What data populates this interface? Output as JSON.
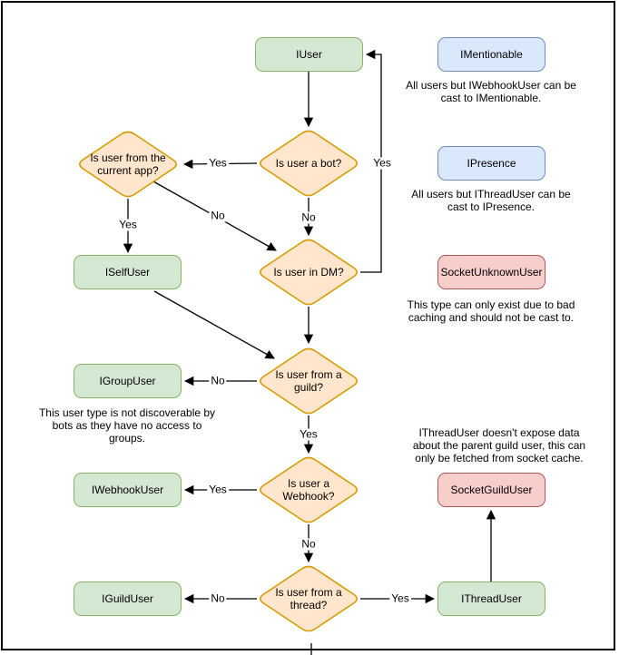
{
  "diagram": {
    "nodes": {
      "iuser": "IUser",
      "imentionable": "IMentionable",
      "ipresence": "IPresence",
      "socket_unknown_user": "SocketUnknownUser",
      "iself_user": "ISelfUser",
      "igroup_user": "IGroupUser",
      "iwebhook_user": "IWebhookUser",
      "iguild_user": "IGuildUser",
      "ithread_user": "IThreadUser",
      "socket_guild_user": "SocketGuildUser"
    },
    "decisions": {
      "current_app": [
        "Is user from the",
        "current app?"
      ],
      "bot": [
        "Is user a bot?"
      ],
      "dm": [
        "Is user in DM?"
      ],
      "guild": [
        "Is user from a",
        "guild?"
      ],
      "webhook": [
        "Is user a",
        "Webhook?"
      ],
      "thread": [
        "Is user from a",
        "thread?"
      ]
    },
    "edge_labels": {
      "bot_yes": "Yes",
      "bot_no": "No",
      "current_app_yes": "Yes",
      "current_app_no": "No",
      "dm_yes": "Yes",
      "guild_no": "No",
      "guild_yes": "Yes",
      "webhook_yes": "Yes",
      "webhook_no": "No",
      "thread_no": "No",
      "thread_yes": "Yes"
    },
    "notes": {
      "imentionable": [
        "All users but IWebhookUser can be",
        "cast to IMentionable."
      ],
      "ipresence": [
        "All users but IThreadUser can be",
        "cast to IPresence."
      ],
      "socket_unknown_user": [
        "This type can only exist due to bad",
        "caching and should not be cast to."
      ],
      "igroup_user": [
        "This user type is not discoverable by",
        "bots as they have no access to",
        "groups."
      ],
      "socket_guild_user": [
        "IThreadUser doesn't expose data",
        "about the parent guild user, this can",
        "only be fetched from socket cache."
      ]
    },
    "colors": {
      "interface_fill": "#d5e8d4",
      "interface_stroke": "#82b366",
      "castable_fill": "#dae8fc",
      "castable_stroke": "#6c8ebf",
      "socket_fill": "#f8cecc",
      "socket_stroke": "#b85450",
      "decision_fill": "#ffe6cc",
      "decision_stroke": "#d79b00",
      "connector": "#000000"
    }
  }
}
